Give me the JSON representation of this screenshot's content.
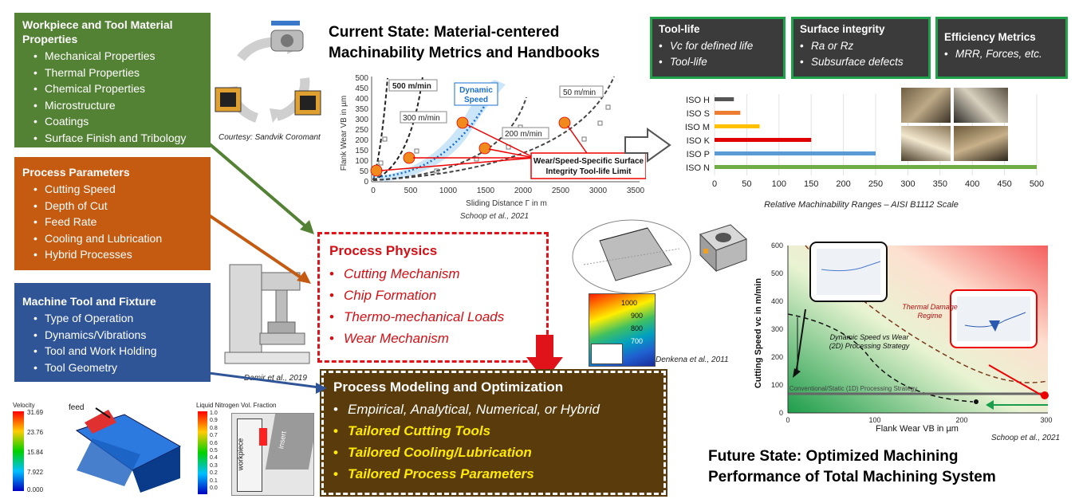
{
  "boxes": {
    "workpiece": {
      "title_line1": "Workpiece and Tool Material",
      "title_line2": "Properties",
      "items": [
        "Mechanical Properties",
        "Thermal Properties",
        "Chemical Properties",
        "Microstructure",
        "Coatings",
        "Surface Finish and Tribology"
      ],
      "color": "#548235"
    },
    "process": {
      "title": "Process Parameters",
      "items": [
        "Cutting Speed",
        "Depth of Cut",
        "Feed Rate",
        "Cooling and Lubrication",
        "Hybrid Processes"
      ],
      "color": "#c55a11"
    },
    "machine": {
      "title": "Machine Tool and Fixture",
      "items": [
        "Type of Operation",
        "Dynamics/Vibrations",
        "Tool and Work Holding",
        "Tool Geometry"
      ],
      "color": "#2f5597"
    }
  },
  "courtesy": "Courtesy: Sandvik Coromant",
  "current_state": {
    "line1": "Current State: Material-centered",
    "line2": "Machinability Metrics and Handbooks"
  },
  "metrics": {
    "toollife": {
      "title": "Tool-life",
      "items": [
        "Vc for defined life",
        "Tool-life"
      ]
    },
    "surface": {
      "title": "Surface integrity",
      "items": [
        "Ra or Rz",
        "Subsurface defects"
      ]
    },
    "efficiency": {
      "title": "Efficiency Metrics",
      "items": [
        "MRR, Forces, etc."
      ]
    }
  },
  "wear_chart": {
    "ylabel": "Flank Wear VB in µm",
    "xlabel": "Sliding Distance Γ in m",
    "yticks": [
      "0",
      "50",
      "100",
      "150",
      "200",
      "250",
      "300",
      "350",
      "400",
      "450",
      "500"
    ],
    "xticks": [
      "0",
      "500",
      "1000",
      "1500",
      "2000",
      "2500",
      "3000",
      "3500"
    ],
    "labels": {
      "s500": "500 m/min",
      "s300": "300 m/min",
      "s200": "200 m/min",
      "s50": "50 m/min",
      "dynamic1": "Dynamic",
      "dynamic2": "Speed"
    },
    "callout1": "Wear/Speed-Specific Surface",
    "callout2": "Integrity Tool-life Limit",
    "citation": "Schoop et al., 2021"
  },
  "chart_data": [
    {
      "type": "bar",
      "categories": [
        "ISO H",
        "ISO S",
        "ISO M",
        "ISO K",
        "ISO P",
        "ISO N"
      ],
      "values": [
        30,
        40,
        70,
        150,
        250,
        500
      ],
      "xlabel": "Relative Machinability Ranges – AISI B1112 Scale",
      "xlim": [
        0,
        500
      ],
      "xticks": [
        "0",
        "50",
        "100",
        "150",
        "200",
        "250",
        "300",
        "350",
        "400",
        "450",
        "500"
      ],
      "colors": [
        "#555555",
        "#ed7d31",
        "#ffc000",
        "#e00000",
        "#5b9bd5",
        "#70ad47"
      ]
    },
    {
      "type": "line",
      "title": "",
      "xlabel": "Flank Wear VB in µm",
      "ylabel": "Cutting Speed vc in m/min",
      "xlim": [
        0,
        300
      ],
      "ylim": [
        0,
        600
      ],
      "xticks": [
        "0",
        "100",
        "200",
        "300"
      ],
      "yticks": [
        "0",
        "100",
        "200",
        "300",
        "400",
        "500",
        "600"
      ]
    }
  ],
  "physics": {
    "title": "Process Physics",
    "items": [
      "Cutting Mechanism",
      "Chip Formation",
      "Thermo-mechanical Loads",
      "Wear Mechanism"
    ]
  },
  "damir": "Damir et al., 2019",
  "denkena": "Denkena et al., 2011",
  "contour_labels": {
    "l1": "1000",
    "l2": "900",
    "l3": "800",
    "l4": "700"
  },
  "model": {
    "title": "Process Modeling and Optimization",
    "white_item": "Empirical, Analytical, Numerical, or Hybrid",
    "yellow_items": [
      "Tailored Cutting Tools",
      "Tailored Cooling/Lubrication",
      "Tailored Process Parameters"
    ]
  },
  "sim": {
    "velocity_label": "Velocity",
    "velocity_ticks": [
      "31.69",
      "23.76",
      "15.84",
      "7.922",
      "0.000"
    ],
    "feed": "feed",
    "ln2_label": "Liquid Nitrogen Vol. Fraction",
    "ln2_ticks": [
      "1.0",
      "0.9",
      "0.8",
      "0.7",
      "0.6",
      "0.5",
      "0.4",
      "0.3",
      "0.2",
      "0.1",
      "0.0"
    ],
    "workpiece": "workpiece",
    "insert": "insert"
  },
  "future_chart": {
    "thermal1": "Thermal Damage",
    "thermal2": "Regime",
    "dyn1": "Dynamic Speed vs Wear",
    "dyn2": "(2D) Processing Strategy",
    "static": "Conventional/Static (1D) Processing Strategy",
    "citation": "Schoop et al., 2021"
  },
  "future_state": {
    "line1": "Future State: Optimized Machining",
    "line2": "Performance of Total Machining System"
  }
}
